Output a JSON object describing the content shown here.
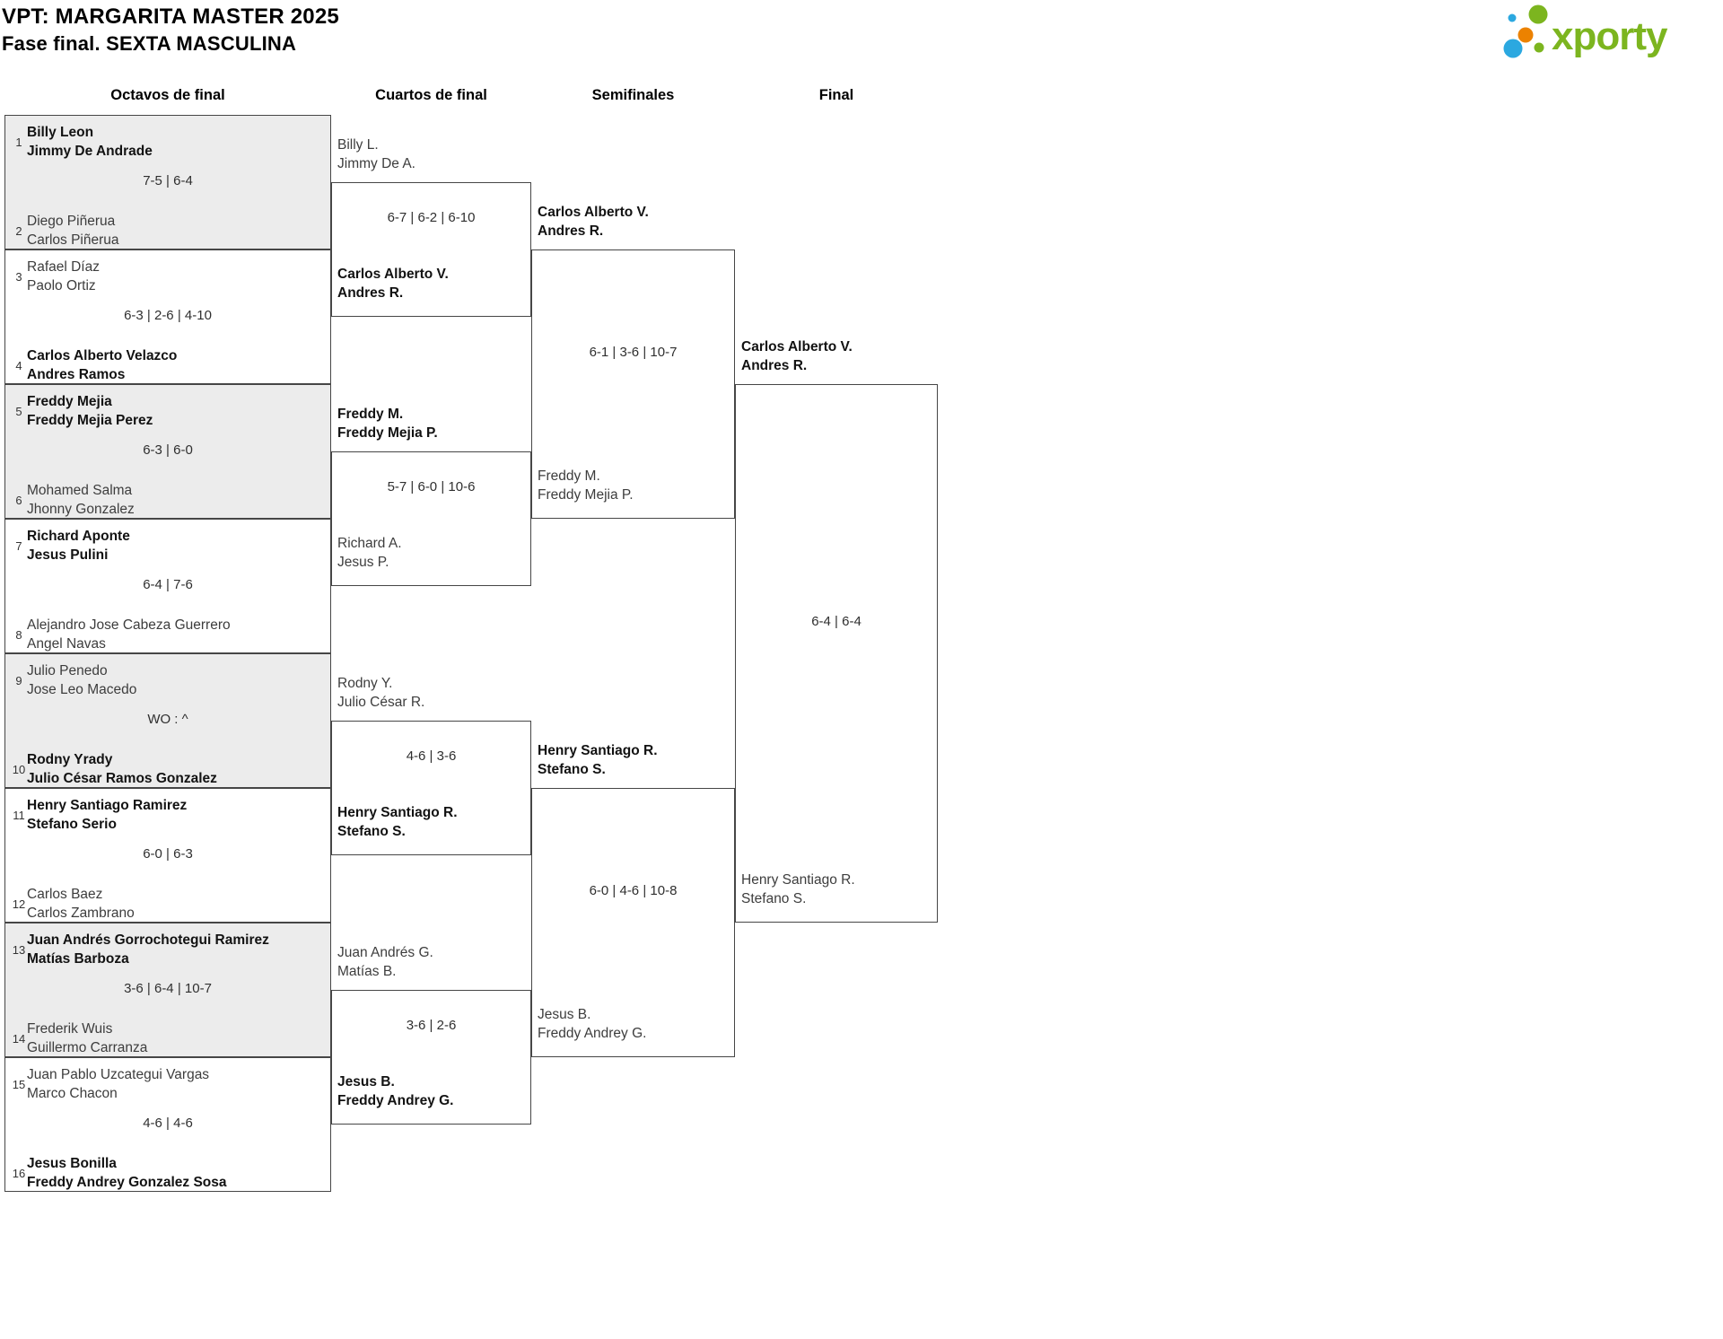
{
  "header": {
    "title": "VPT: MARGARITA MASTER 2025",
    "subtitle": "Fase final. SEXTA MASCULINA"
  },
  "logo": {
    "text": "xporty",
    "colors": {
      "green": "#7cb51f",
      "blue": "#2ba8e0",
      "orange": "#ec8200"
    }
  },
  "rounds": {
    "octavos_label": "Octavos de final",
    "cuartos_label": "Cuartos de final",
    "semifinales_label": "Semifinales",
    "final_label": "Final"
  },
  "octavos": [
    {
      "seed1": "1",
      "team1": [
        "Billy Leon",
        "Jimmy De Andrade"
      ],
      "winner1": true,
      "score": "7-5 | 6-4",
      "seed2": "2",
      "team2": [
        "Diego Piñerua",
        "Carlos Piñerua"
      ],
      "winner2": false
    },
    {
      "seed1": "3",
      "team1": [
        "Rafael Díaz",
        "Paolo Ortiz"
      ],
      "winner1": false,
      "score": "6-3 | 2-6 | 4-10",
      "seed2": "4",
      "team2": [
        "Carlos Alberto Velazco",
        "Andres Ramos"
      ],
      "winner2": true
    },
    {
      "seed1": "5",
      "team1": [
        "Freddy Mejia",
        "Freddy Mejia Perez"
      ],
      "winner1": true,
      "score": "6-3 | 6-0",
      "seed2": "6",
      "team2": [
        "Mohamed Salma",
        "Jhonny Gonzalez"
      ],
      "winner2": false
    },
    {
      "seed1": "7",
      "team1": [
        "Richard Aponte",
        "Jesus Pulini"
      ],
      "winner1": true,
      "score": "6-4 | 7-6",
      "seed2": "8",
      "team2": [
        "Alejandro Jose Cabeza Guerrero",
        "Angel Navas"
      ],
      "winner2": false
    },
    {
      "seed1": "9",
      "team1": [
        "Julio Penedo",
        "Jose Leo Macedo"
      ],
      "winner1": false,
      "score": "WO : ^",
      "seed2": "10",
      "team2": [
        "Rodny Yrady",
        "Julio César Ramos Gonzalez"
      ],
      "winner2": true
    },
    {
      "seed1": "11",
      "team1": [
        "Henry Santiago Ramirez",
        "Stefano Serio"
      ],
      "winner1": true,
      "score": "6-0 | 6-3",
      "seed2": "12",
      "team2": [
        "Carlos Baez",
        "Carlos Zambrano"
      ],
      "winner2": false
    },
    {
      "seed1": "13",
      "team1": [
        "Juan Andrés Gorrochotegui Ramirez",
        "Matías Barboza"
      ],
      "winner1": true,
      "score": "3-6 | 6-4 | 10-7",
      "seed2": "14",
      "team2": [
        "Frederik Wuis",
        "Guillermo Carranza"
      ],
      "winner2": false
    },
    {
      "seed1": "15",
      "team1": [
        "Juan Pablo Uzcategui Vargas",
        "Marco Chacon"
      ],
      "winner1": false,
      "score": "4-6 | 4-6",
      "seed2": "16",
      "team2": [
        "Jesus Bonilla",
        "Freddy Andrey Gonzalez Sosa"
      ],
      "winner2": true
    }
  ],
  "cuartos": [
    {
      "top": [
        "Billy L.",
        "Jimmy De A."
      ],
      "top_winner": false,
      "score": "6-7 | 6-2 | 6-10",
      "bottom": [
        "Carlos Alberto V.",
        "Andres R."
      ],
      "bottom_winner": true
    },
    {
      "top": [
        "Freddy M.",
        "Freddy Mejia P."
      ],
      "top_winner": true,
      "score": "5-7 | 6-0 | 10-6",
      "bottom": [
        "Richard A.",
        "Jesus P."
      ],
      "bottom_winner": false
    },
    {
      "top": [
        "Rodny Y.",
        "Julio César R."
      ],
      "top_winner": false,
      "score": "4-6 | 3-6",
      "bottom": [
        "Henry Santiago R.",
        "Stefano S."
      ],
      "bottom_winner": true
    },
    {
      "top": [
        "Juan Andrés G.",
        "Matías B."
      ],
      "top_winner": false,
      "score": "3-6 | 2-6",
      "bottom": [
        "Jesus B.",
        "Freddy Andrey G."
      ],
      "bottom_winner": true
    }
  ],
  "semifinales": [
    {
      "top": [
        "Carlos Alberto V.",
        "Andres R."
      ],
      "top_winner": true,
      "score": "6-1 | 3-6 | 10-7",
      "bottom": [
        "Freddy M.",
        "Freddy Mejia P."
      ],
      "bottom_winner": false
    },
    {
      "top": [
        "Henry Santiago R.",
        "Stefano S."
      ],
      "top_winner": true,
      "score": "6-0 | 4-6 | 10-8",
      "bottom": [
        "Jesus B.",
        "Freddy Andrey G."
      ],
      "bottom_winner": false
    }
  ],
  "final": {
    "top": [
      "Carlos Alberto V.",
      "Andres R."
    ],
    "top_winner": true,
    "score": "6-4 | 6-4",
    "bottom": [
      "Henry Santiago R.",
      "Stefano S."
    ],
    "bottom_winner": false
  }
}
